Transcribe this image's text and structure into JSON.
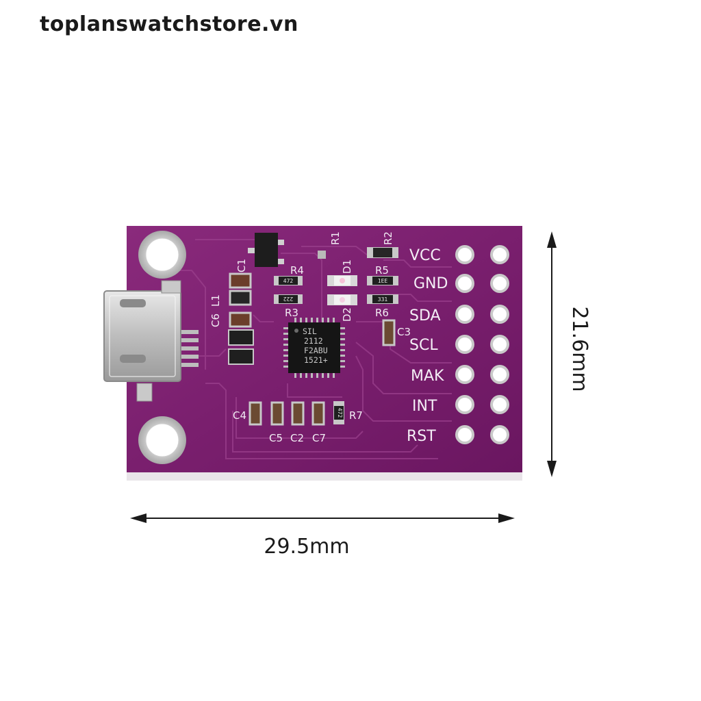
{
  "watermark": "toplanswatchstore.vn",
  "board": {
    "pins": [
      "VCC",
      "GND",
      "SDA",
      "SCL",
      "MAK",
      "INT",
      "RST"
    ],
    "components": {
      "r1": "R1",
      "r2": "R2",
      "r3": "R3",
      "r4": "R4",
      "r5": "R5",
      "r6": "R6",
      "r7": "R7",
      "c1": "C1",
      "c2": "C2",
      "c3": "C3",
      "c4": "C4",
      "c5": "C5",
      "c6": "C6",
      "c7": "C7",
      "l1": "L1",
      "d1": "D1",
      "d2": "D2"
    },
    "resistor_codes": {
      "r4": "472",
      "r3": "222",
      "r5": "1EE",
      "r6": "331",
      "r7": "472"
    },
    "chip": [
      "SIL",
      "2112",
      "F2ABU",
      "1521+"
    ]
  },
  "dimensions": {
    "width": "29.5mm",
    "height": "21.6mm"
  },
  "colors": {
    "pcb": "#7a1f6e",
    "silkscreen": "#f4eef6",
    "arrow": "#1a1a1a"
  }
}
